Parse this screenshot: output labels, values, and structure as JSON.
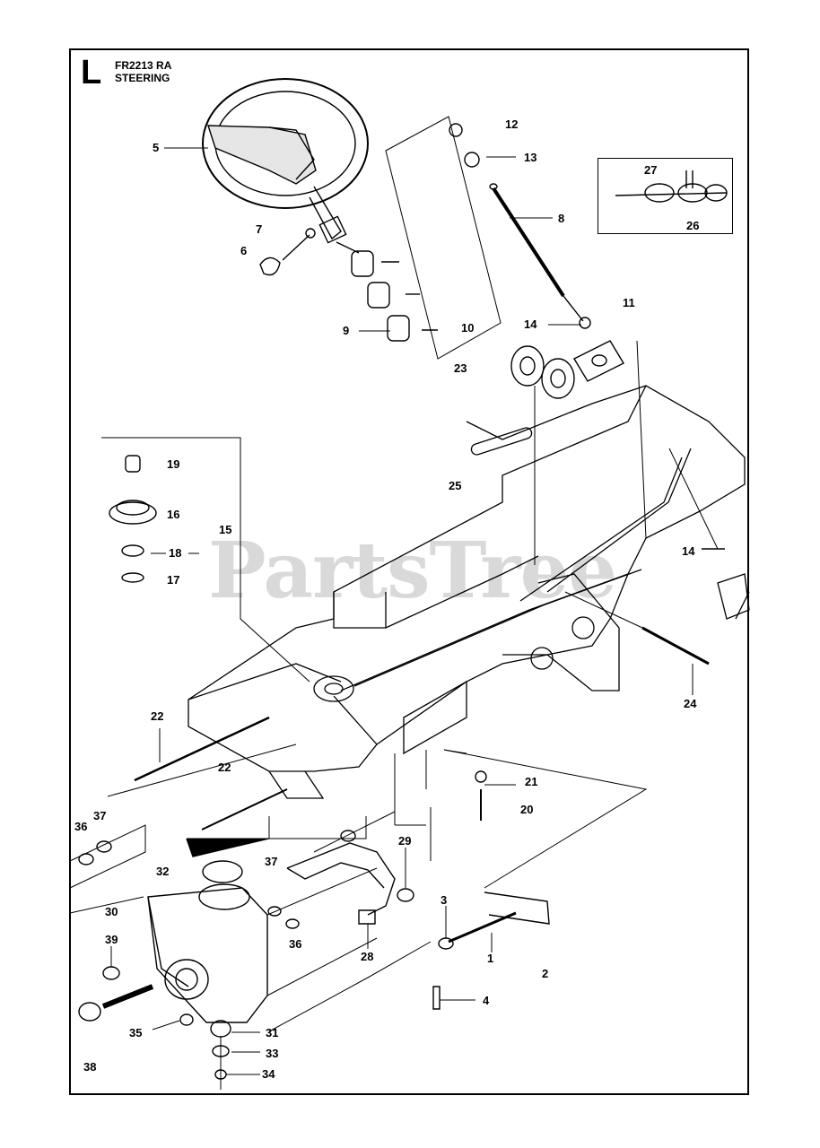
{
  "header": {
    "section_letter": "L",
    "model_code": "FR2213 RA",
    "group_name": "STEERING"
  },
  "watermark": "PartsTree",
  "callouts": [
    "5",
    "7",
    "6",
    "9",
    "10",
    "23",
    "12",
    "13",
    "8",
    "11",
    "14",
    "27",
    "26",
    "19",
    "16",
    "15",
    "18",
    "17",
    "25",
    "14",
    "24",
    "22",
    "22",
    "21",
    "20",
    "37",
    "36",
    "32",
    "37",
    "29",
    "30",
    "39",
    "36",
    "28",
    "3",
    "1",
    "2",
    "4",
    "35",
    "31",
    "33",
    "38",
    "34"
  ]
}
